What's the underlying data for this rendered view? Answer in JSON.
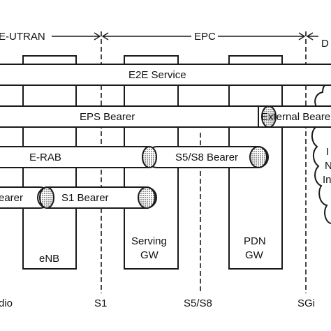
{
  "domains": {
    "eutran": "E-UTRAN",
    "epc": "EPC",
    "internet_clip": "D"
  },
  "nodes": {
    "enb": "eNB",
    "sgw_line1": "Serving",
    "sgw_line2": "GW",
    "pgw_line1": "PDN",
    "pgw_line2": "GW"
  },
  "interfaces": {
    "radio_clip": "dio",
    "s1": "S1",
    "s5s8": "S5/S8",
    "sgi": "SGi"
  },
  "bearers": {
    "e2e": "E2E Service",
    "eps": "EPS Bearer",
    "external_clip": "External Beare",
    "erab": "E-RAB",
    "s5s8": "S5/S8 Bearer",
    "radio_clip": "earer",
    "s1": "S1 Bearer"
  },
  "cloud_text": {
    "line1": "I",
    "line2": "N",
    "line3": "In"
  },
  "colors": {
    "line": "#1a1a1a",
    "fill": "#ffffff",
    "dots": "#555555"
  }
}
